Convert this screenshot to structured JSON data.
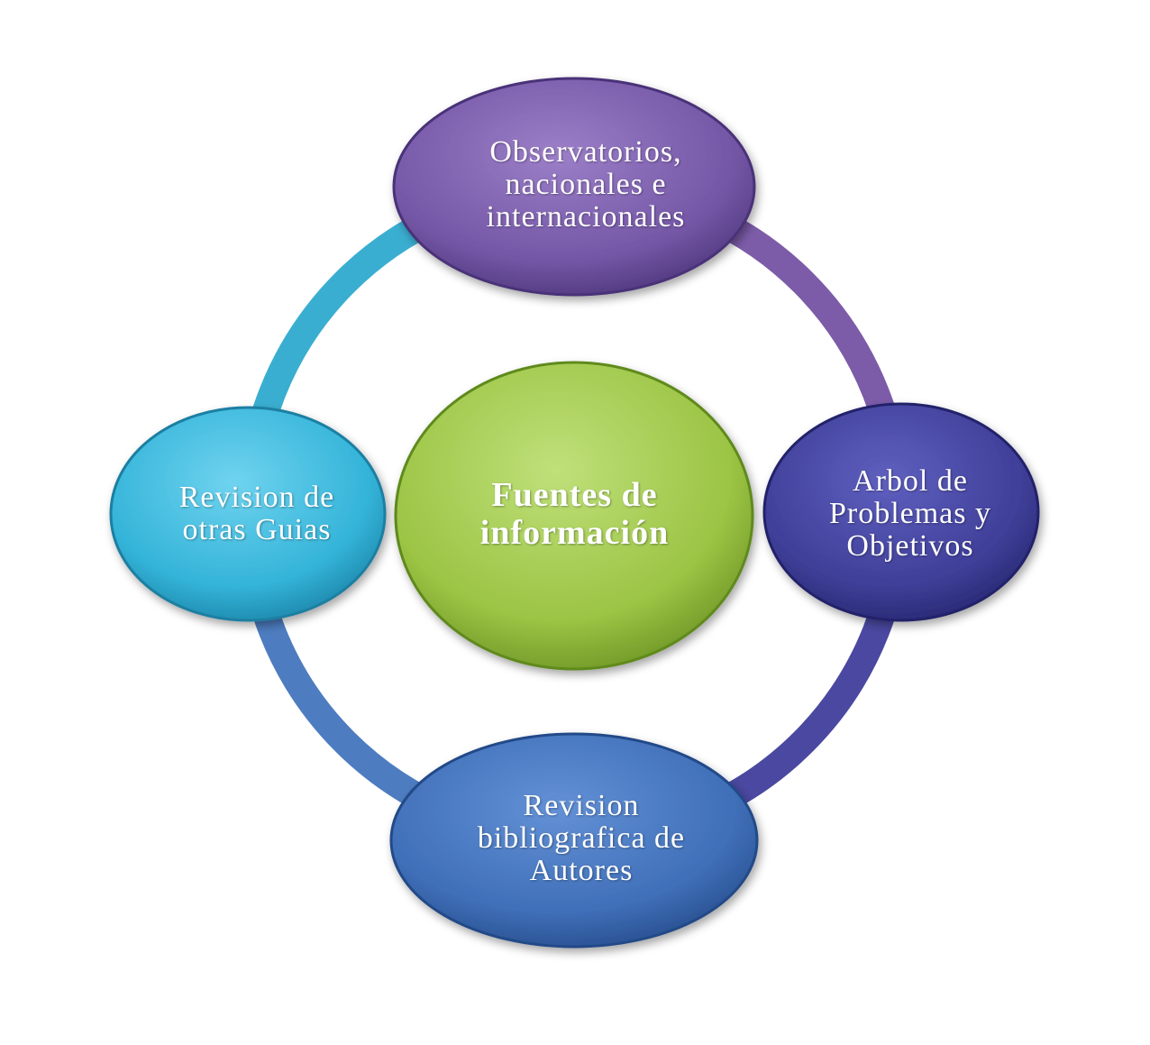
{
  "diagram": {
    "center": {
      "label": "Fuentes de información",
      "color": "#9cc444"
    },
    "nodes": [
      {
        "id": "top",
        "label": "Observatorios, nacionales e internacionales",
        "color": "#7457a6"
      },
      {
        "id": "right",
        "label": "Arbol de Problemas y Objetivos",
        "color": "#3f3f99"
      },
      {
        "id": "bottom",
        "label": "Revision bibliografica de Autores",
        "color": "#3f6fb8"
      },
      {
        "id": "left",
        "label": "Revision de otras Guias",
        "color": "#34b4d9"
      }
    ],
    "ring_colors": {
      "top_left": "#3aaed0",
      "top_right": "#7c5ba8",
      "bottom_right": "#4a48a0",
      "bottom_left": "#4d7cc0"
    }
  }
}
